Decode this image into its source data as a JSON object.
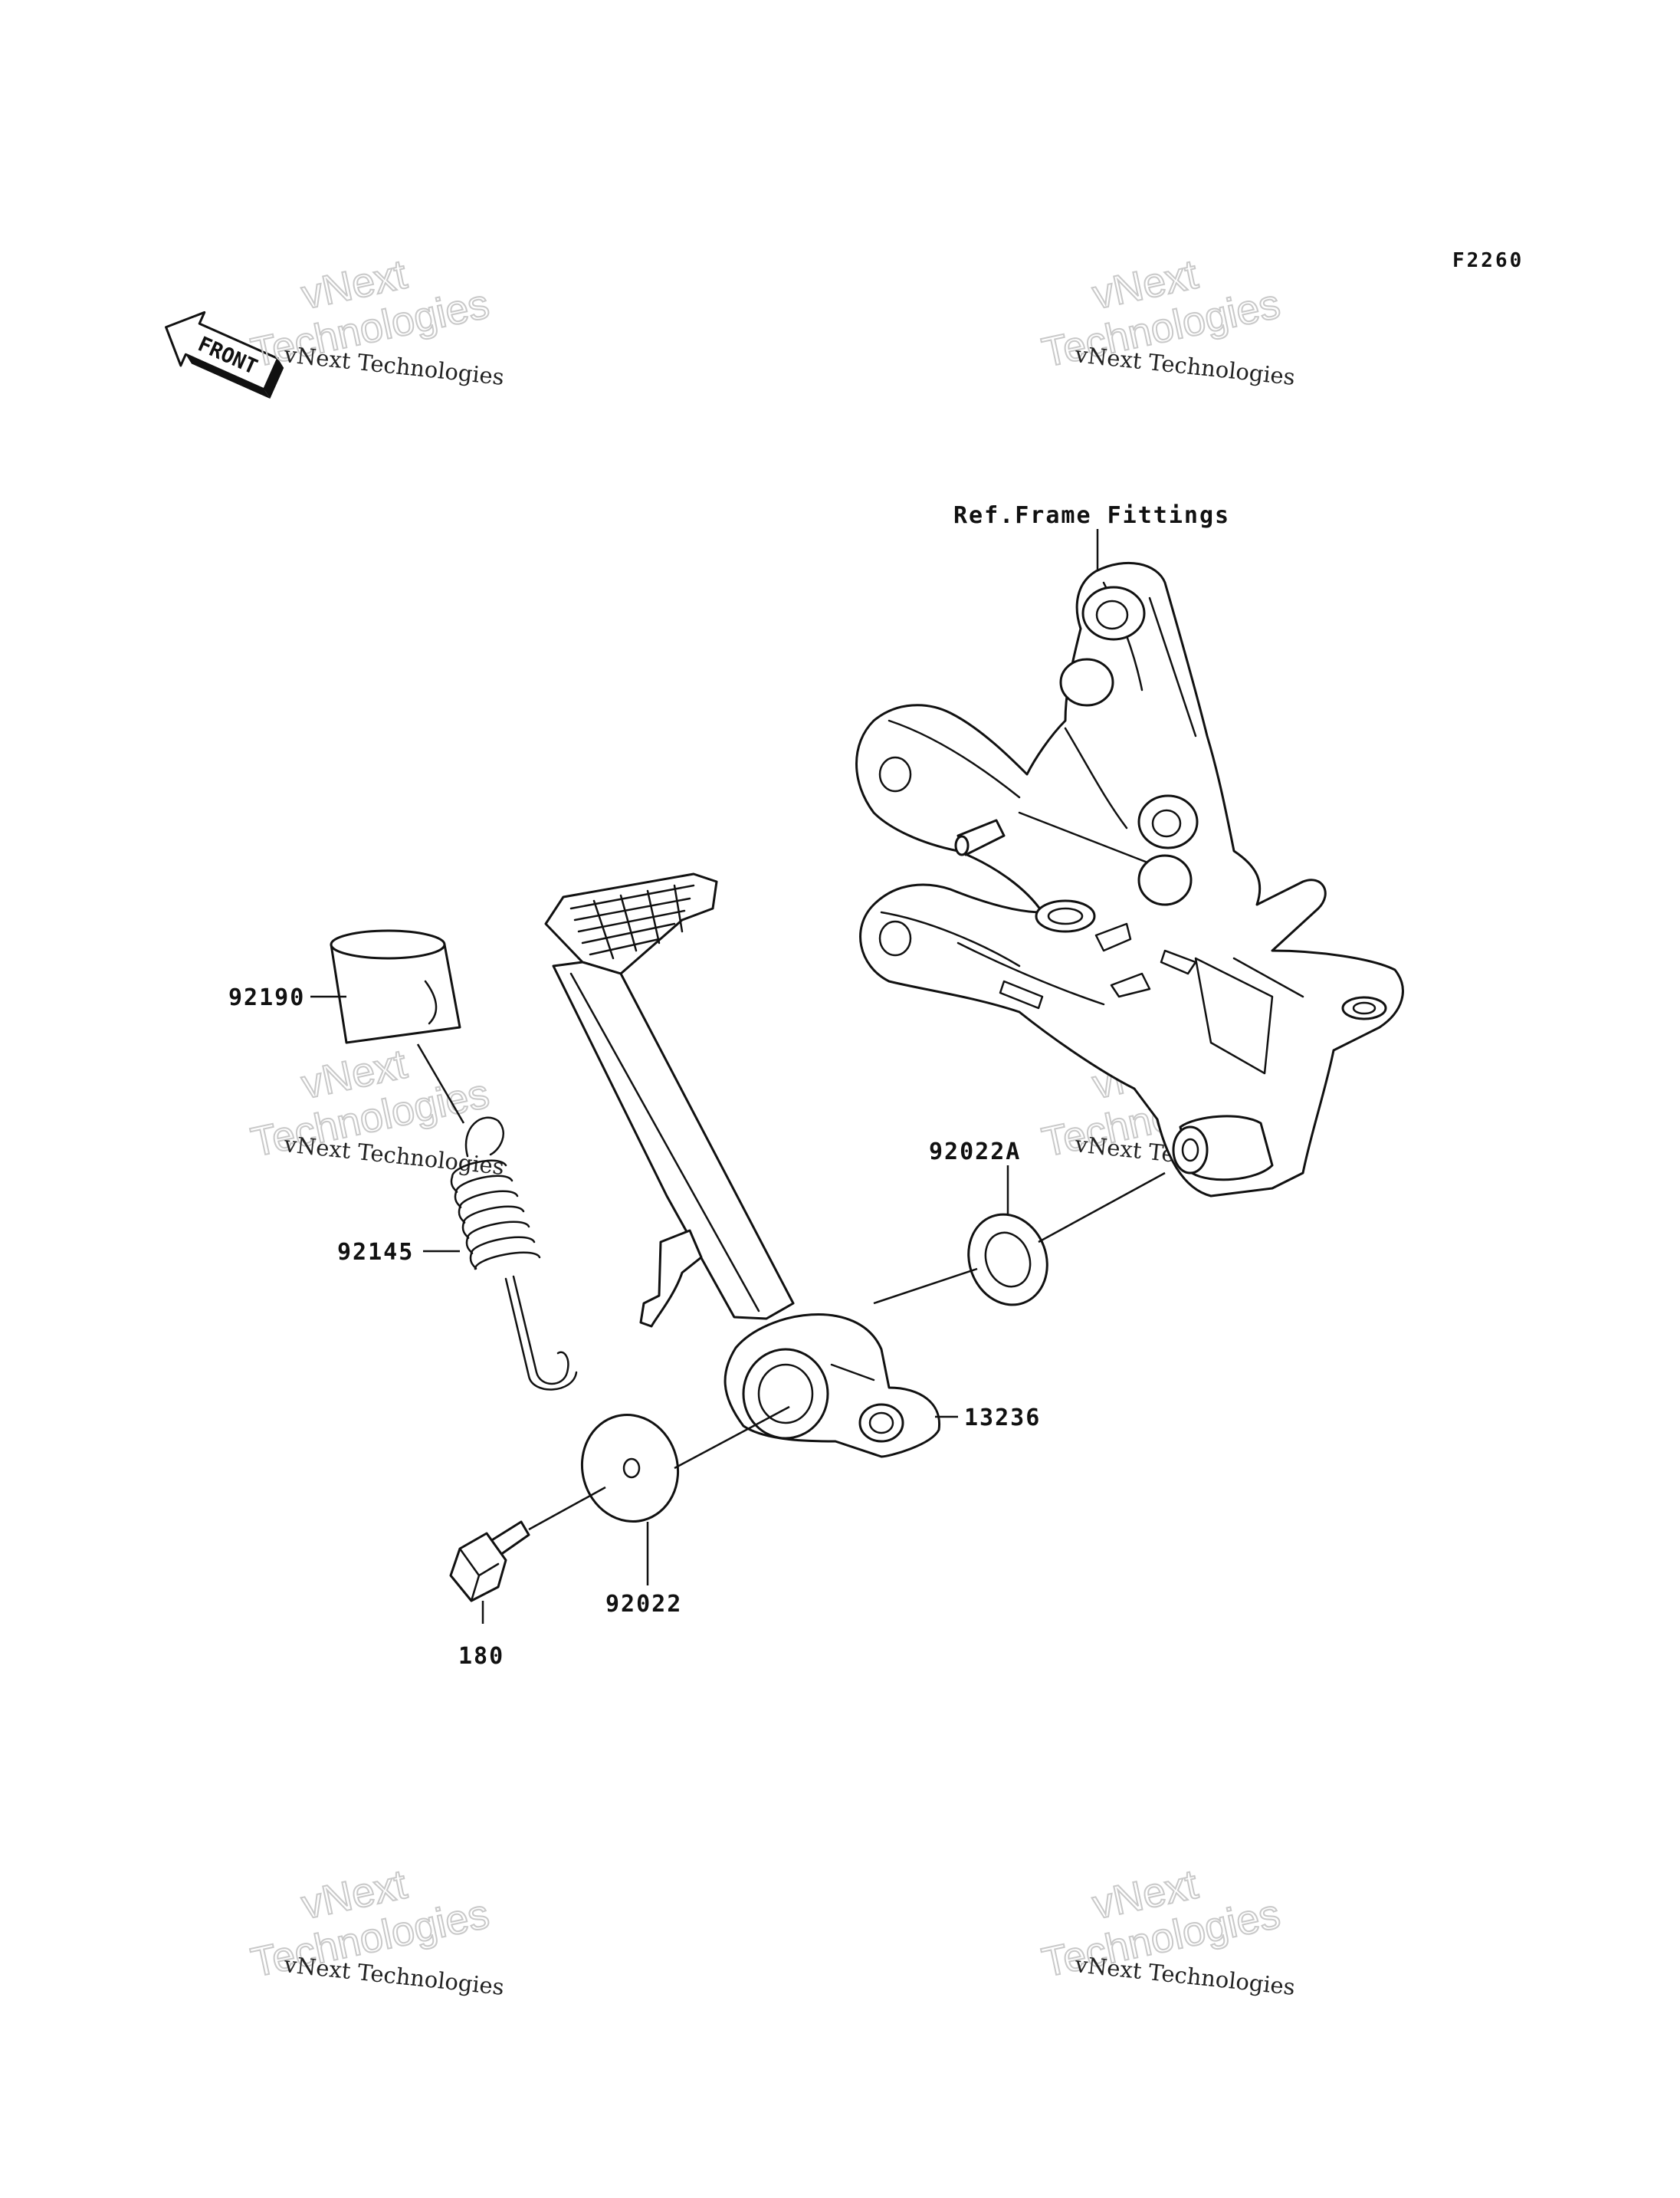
{
  "diagram": {
    "code": "F2260",
    "front_label": "FRONT",
    "watermark": {
      "line1": "vNext",
      "line2": "Technologies",
      "caption": "vNext Technologies"
    },
    "labels": {
      "ref_frame": "Ref.Frame Fittings",
      "p92190": "92190",
      "p92145": "92145",
      "p92022A": "92022A",
      "p13236": "13236",
      "p92022": "92022",
      "p180": "180"
    }
  }
}
